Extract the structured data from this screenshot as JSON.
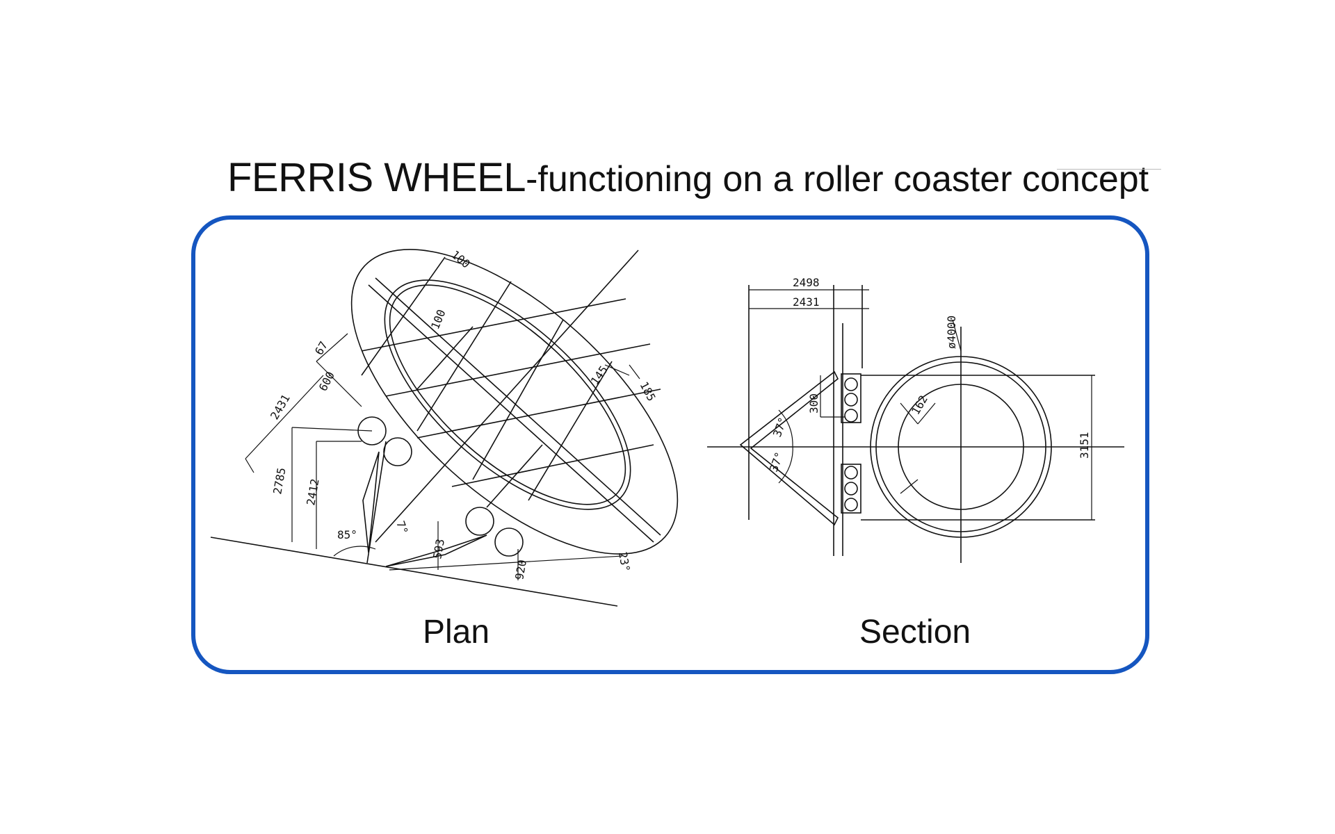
{
  "title": {
    "main": "FERRIS WHEEL",
    "sub": "-functioning on a roller coaster concept"
  },
  "captions": {
    "plan": "Plan",
    "section": "Section"
  },
  "plan_dims": {
    "d100_top": "100",
    "d100_inner": "100",
    "d67": "67",
    "d600": "600",
    "d2431": "2431",
    "d2785": "2785",
    "d2412": "2412",
    "d85": "85°",
    "d7": "7°",
    "d593": "593",
    "d920": "920",
    "d23": "23°",
    "d145": "145",
    "d185": "185"
  },
  "section_dims": {
    "d2498": "2498",
    "d2431": "2431",
    "d4000": "ø4000",
    "d300": "300",
    "d37a": "37°",
    "d37b": "37°",
    "d162": "162",
    "d3151": "3151"
  },
  "colors": {
    "frame": "#1556c0",
    "line": "#111111"
  }
}
